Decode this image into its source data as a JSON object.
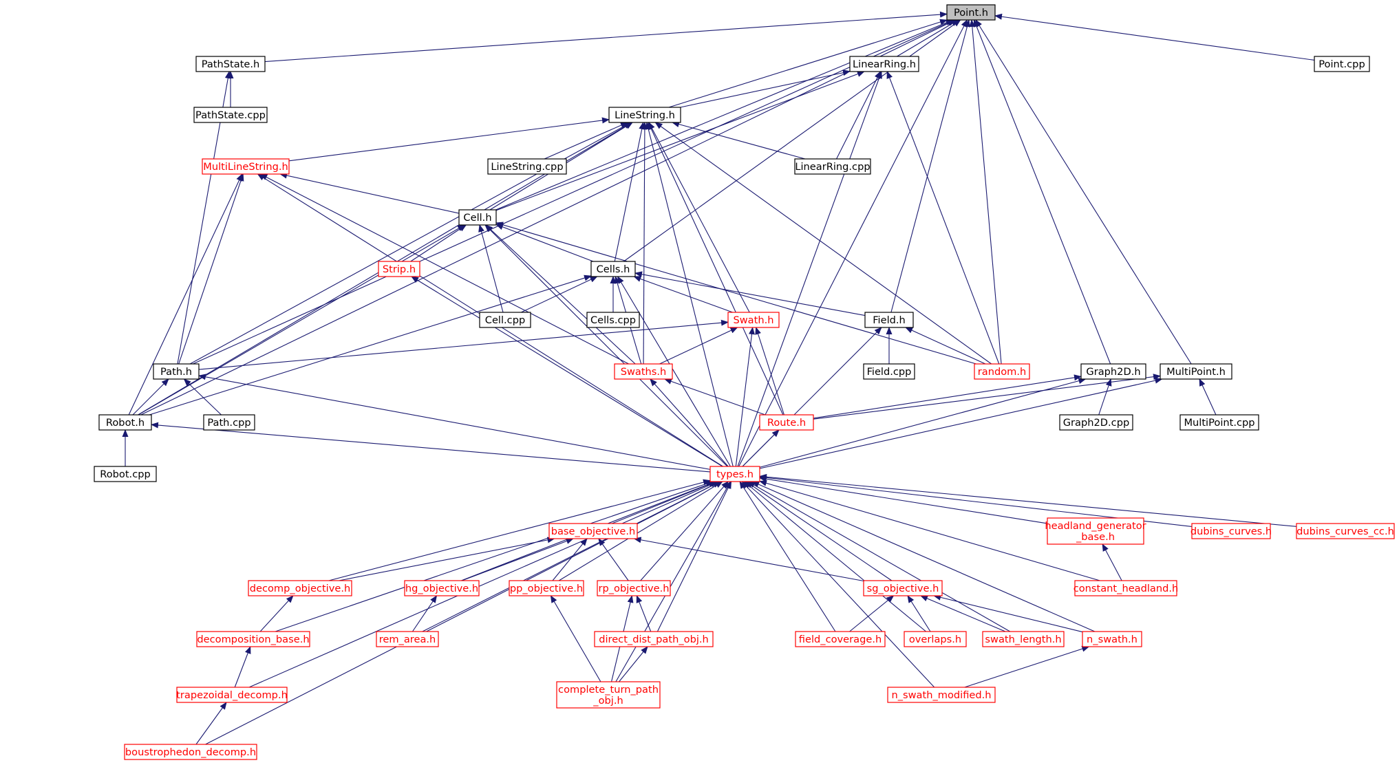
{
  "diagram": {
    "nodes": {
      "point_h": {
        "label": "Point.h",
        "style": "root"
      },
      "pathstate_h": {
        "label": "PathState.h",
        "style": "normal"
      },
      "pathstate_cpp": {
        "label": "PathState.cpp",
        "style": "normal"
      },
      "linearring_h": {
        "label": "LinearRing.h",
        "style": "normal"
      },
      "point_cpp": {
        "label": "Point.cpp",
        "style": "normal"
      },
      "linestring_h": {
        "label": "LineString.h",
        "style": "normal"
      },
      "multilinestring_h": {
        "label": "MultiLineString.h",
        "style": "red"
      },
      "linestring_cpp": {
        "label": "LineString.cpp",
        "style": "normal"
      },
      "linearring_cpp": {
        "label": "LinearRing.cpp",
        "style": "normal"
      },
      "cell_h": {
        "label": "Cell.h",
        "style": "normal"
      },
      "strip_h": {
        "label": "Strip.h",
        "style": "red"
      },
      "cells_h": {
        "label": "Cells.h",
        "style": "normal"
      },
      "cell_cpp": {
        "label": "Cell.cpp",
        "style": "normal"
      },
      "cells_cpp": {
        "label": "Cells.cpp",
        "style": "normal"
      },
      "swath_h": {
        "label": "Swath.h",
        "style": "red"
      },
      "field_h": {
        "label": "Field.h",
        "style": "normal"
      },
      "path_h": {
        "label": "Path.h",
        "style": "normal"
      },
      "swaths_h": {
        "label": "Swaths.h",
        "style": "red"
      },
      "field_cpp": {
        "label": "Field.cpp",
        "style": "normal"
      },
      "random_h": {
        "label": "random.h",
        "style": "red"
      },
      "graph2d_h": {
        "label": "Graph2D.h",
        "style": "normal"
      },
      "multipoint_h": {
        "label": "MultiPoint.h",
        "style": "normal"
      },
      "robot_h": {
        "label": "Robot.h",
        "style": "normal"
      },
      "path_cpp": {
        "label": "Path.cpp",
        "style": "normal"
      },
      "route_h": {
        "label": "Route.h",
        "style": "red"
      },
      "graph2d_cpp": {
        "label": "Graph2D.cpp",
        "style": "normal"
      },
      "multipoint_cpp": {
        "label": "MultiPoint.cpp",
        "style": "normal"
      },
      "robot_cpp": {
        "label": "Robot.cpp",
        "style": "normal"
      },
      "types_h": {
        "label": "types.h",
        "style": "red"
      },
      "base_objective_h": {
        "label": "base_objective.h",
        "style": "red"
      },
      "headland_generator_base_h": {
        "label": "headland_generator\n_base.h",
        "style": "red"
      },
      "dubins_curves_h": {
        "label": "dubins_curves.h",
        "style": "red"
      },
      "dubins_curves_cc_h": {
        "label": "dubins_curves_cc.h",
        "style": "red"
      },
      "decomp_objective_h": {
        "label": "decomp_objective.h",
        "style": "red"
      },
      "hg_objective_h": {
        "label": "hg_objective.h",
        "style": "red"
      },
      "pp_objective_h": {
        "label": "pp_objective.h",
        "style": "red"
      },
      "rp_objective_h": {
        "label": "rp_objective.h",
        "style": "red"
      },
      "sg_objective_h": {
        "label": "sg_objective.h",
        "style": "red"
      },
      "constant_headland_h": {
        "label": "constant_headland.h",
        "style": "red"
      },
      "decomposition_base_h": {
        "label": "decomposition_base.h",
        "style": "red"
      },
      "rem_area_h": {
        "label": "rem_area.h",
        "style": "red"
      },
      "direct_dist_path_obj_h": {
        "label": "direct_dist_path_obj.h",
        "style": "red"
      },
      "field_coverage_h": {
        "label": "field_coverage.h",
        "style": "red"
      },
      "overlaps_h": {
        "label": "overlaps.h",
        "style": "red"
      },
      "swath_length_h": {
        "label": "swath_length.h",
        "style": "red"
      },
      "n_swath_h": {
        "label": "n_swath.h",
        "style": "red"
      },
      "trapezoidal_decomp_h": {
        "label": "trapezoidal_decomp.h",
        "style": "red"
      },
      "complete_turn_path_obj_h": {
        "label": "complete_turn_path\n_obj.h",
        "style": "red"
      },
      "n_swath_modified_h": {
        "label": "n_swath_modified.h",
        "style": "red"
      },
      "boustrophedon_decomp_h": {
        "label": "boustrophedon_decomp.h",
        "style": "red"
      }
    },
    "edges": [
      [
        "pathstate_h",
        "point_h"
      ],
      [
        "linearring_h",
        "point_h"
      ],
      [
        "point_cpp",
        "point_h"
      ],
      [
        "linestring_h",
        "point_h"
      ],
      [
        "cell_h",
        "point_h"
      ],
      [
        "cells_h",
        "point_h"
      ],
      [
        "field_h",
        "point_h"
      ],
      [
        "random_h",
        "point_h"
      ],
      [
        "graph2d_h",
        "point_h"
      ],
      [
        "multipoint_h",
        "point_h"
      ],
      [
        "path_h",
        "point_h"
      ],
      [
        "robot_h",
        "point_h"
      ],
      [
        "types_h",
        "point_h"
      ],
      [
        "pathstate_cpp",
        "pathstate_h"
      ],
      [
        "path_h",
        "pathstate_h"
      ],
      [
        "linestring_h",
        "linearring_h"
      ],
      [
        "linearring_cpp",
        "linearring_h"
      ],
      [
        "cell_h",
        "linearring_h"
      ],
      [
        "random_h",
        "linearring_h"
      ],
      [
        "types_h",
        "linearring_h"
      ],
      [
        "multilinestring_h",
        "linestring_h"
      ],
      [
        "linestring_cpp",
        "linestring_h"
      ],
      [
        "linearring_cpp",
        "linestring_h"
      ],
      [
        "cell_h",
        "linestring_h"
      ],
      [
        "cells_h",
        "linestring_h"
      ],
      [
        "swath_h",
        "linestring_h"
      ],
      [
        "swaths_h",
        "linestring_h"
      ],
      [
        "route_h",
        "linestring_h"
      ],
      [
        "random_h",
        "linestring_h"
      ],
      [
        "types_h",
        "linestring_h"
      ],
      [
        "path_h",
        "linestring_h"
      ],
      [
        "robot_h",
        "linestring_h"
      ],
      [
        "cell_h",
        "multilinestring_h"
      ],
      [
        "path_h",
        "multilinestring_h"
      ],
      [
        "robot_h",
        "multilinestring_h"
      ],
      [
        "swaths_h",
        "multilinestring_h"
      ],
      [
        "types_h",
        "multilinestring_h"
      ],
      [
        "strip_h",
        "cell_h"
      ],
      [
        "cells_h",
        "cell_h"
      ],
      [
        "cell_cpp",
        "cell_h"
      ],
      [
        "random_h",
        "cell_h"
      ],
      [
        "robot_h",
        "cell_h"
      ],
      [
        "swaths_h",
        "cell_h"
      ],
      [
        "types_h",
        "cell_h"
      ],
      [
        "types_h",
        "strip_h"
      ],
      [
        "cell_cpp",
        "cells_h"
      ],
      [
        "cells_cpp",
        "cells_h"
      ],
      [
        "swath_h",
        "cells_h"
      ],
      [
        "field_h",
        "cells_h"
      ],
      [
        "swaths_h",
        "cells_h"
      ],
      [
        "robot_h",
        "cells_h"
      ],
      [
        "types_h",
        "cells_h"
      ],
      [
        "path_h",
        "swath_h"
      ],
      [
        "swaths_h",
        "swath_h"
      ],
      [
        "route_h",
        "swath_h"
      ],
      [
        "types_h",
        "swath_h"
      ],
      [
        "field_cpp",
        "field_h"
      ],
      [
        "random_h",
        "field_h"
      ],
      [
        "types_h",
        "field_h"
      ],
      [
        "robot_h",
        "path_h"
      ],
      [
        "path_cpp",
        "path_h"
      ],
      [
        "types_h",
        "path_h"
      ],
      [
        "route_h",
        "swaths_h"
      ],
      [
        "types_h",
        "swaths_h"
      ],
      [
        "route_h",
        "graph2d_h"
      ],
      [
        "graph2d_cpp",
        "graph2d_h"
      ],
      [
        "types_h",
        "graph2d_h"
      ],
      [
        "route_h",
        "multipoint_h"
      ],
      [
        "multipoint_cpp",
        "multipoint_h"
      ],
      [
        "types_h",
        "multipoint_h"
      ],
      [
        "robot_cpp",
        "robot_h"
      ],
      [
        "types_h",
        "robot_h"
      ],
      [
        "types_h",
        "route_h"
      ],
      [
        "base_objective_h",
        "types_h"
      ],
      [
        "headland_generator_base_h",
        "types_h"
      ],
      [
        "dubins_curves_h",
        "types_h"
      ],
      [
        "dubins_curves_cc_h",
        "types_h"
      ],
      [
        "decomp_objective_h",
        "types_h"
      ],
      [
        "hg_objective_h",
        "types_h"
      ],
      [
        "pp_objective_h",
        "types_h"
      ],
      [
        "rp_objective_h",
        "types_h"
      ],
      [
        "sg_objective_h",
        "types_h"
      ],
      [
        "constant_headland_h",
        "types_h"
      ],
      [
        "decomposition_base_h",
        "types_h"
      ],
      [
        "rem_area_h",
        "types_h"
      ],
      [
        "direct_dist_path_obj_h",
        "types_h"
      ],
      [
        "field_coverage_h",
        "types_h"
      ],
      [
        "overlaps_h",
        "types_h"
      ],
      [
        "swath_length_h",
        "types_h"
      ],
      [
        "n_swath_h",
        "types_h"
      ],
      [
        "trapezoidal_decomp_h",
        "types_h"
      ],
      [
        "complete_turn_path_obj_h",
        "types_h"
      ],
      [
        "n_swath_modified_h",
        "types_h"
      ],
      [
        "boustrophedon_decomp_h",
        "types_h"
      ],
      [
        "decomp_objective_h",
        "base_objective_h"
      ],
      [
        "hg_objective_h",
        "base_objective_h"
      ],
      [
        "pp_objective_h",
        "base_objective_h"
      ],
      [
        "rp_objective_h",
        "base_objective_h"
      ],
      [
        "sg_objective_h",
        "base_objective_h"
      ],
      [
        "constant_headland_h",
        "headland_generator_base_h"
      ],
      [
        "decomposition_base_h",
        "decomp_objective_h"
      ],
      [
        "rem_area_h",
        "hg_objective_h"
      ],
      [
        "complete_turn_path_obj_h",
        "pp_objective_h"
      ],
      [
        "direct_dist_path_obj_h",
        "rp_objective_h"
      ],
      [
        "complete_turn_path_obj_h",
        "rp_objective_h"
      ],
      [
        "field_coverage_h",
        "sg_objective_h"
      ],
      [
        "overlaps_h",
        "sg_objective_h"
      ],
      [
        "swath_length_h",
        "sg_objective_h"
      ],
      [
        "n_swath_h",
        "sg_objective_h"
      ],
      [
        "trapezoidal_decomp_h",
        "decomposition_base_h"
      ],
      [
        "complete_turn_path_obj_h",
        "direct_dist_path_obj_h"
      ],
      [
        "n_swath_modified_h",
        "n_swath_h"
      ],
      [
        "boustrophedon_decomp_h",
        "trapezoidal_decomp_h"
      ]
    ]
  },
  "colors": {
    "edge": "#191970",
    "border_normal": "#000000",
    "border_red": "#ff0000",
    "text_normal": "#000000",
    "text_red": "#ff0000",
    "root_fill": "#bfbfbf",
    "node_fill": "#ffffff"
  }
}
